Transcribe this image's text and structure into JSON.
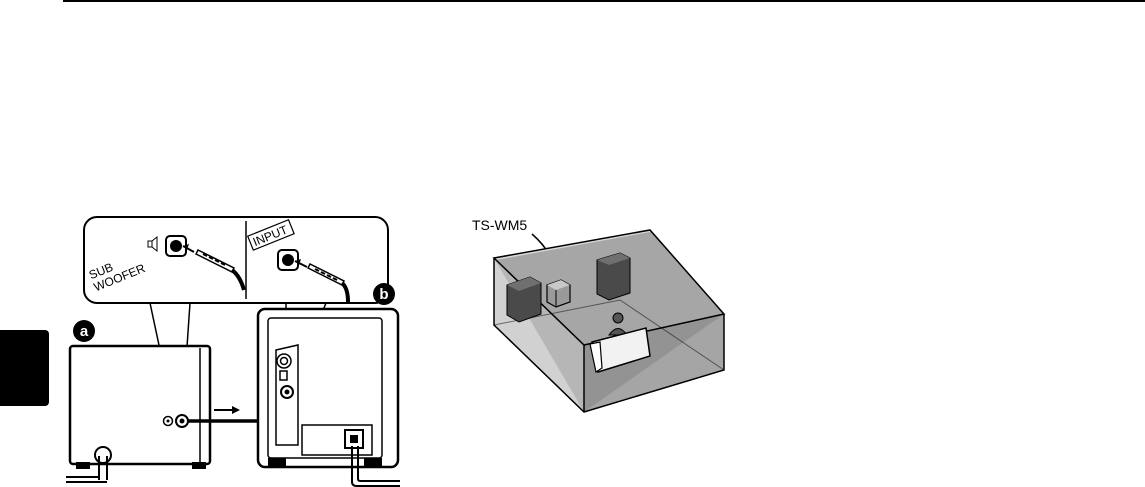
{
  "connection_figure": {
    "callout_label_a": "a",
    "callout_label_b": "b",
    "sub_woofer_line1": "SUB",
    "sub_woofer_line2": "WOOFER",
    "input_label": "INPUT"
  },
  "placement_figure": {
    "speaker_label": "TS-WM5"
  },
  "colors": {
    "room_floor": "#a8a8a8",
    "room_back": "#d4d4d4",
    "room_front": "#8c8c8c",
    "speaker": "#555555",
    "ink": "#000000"
  }
}
